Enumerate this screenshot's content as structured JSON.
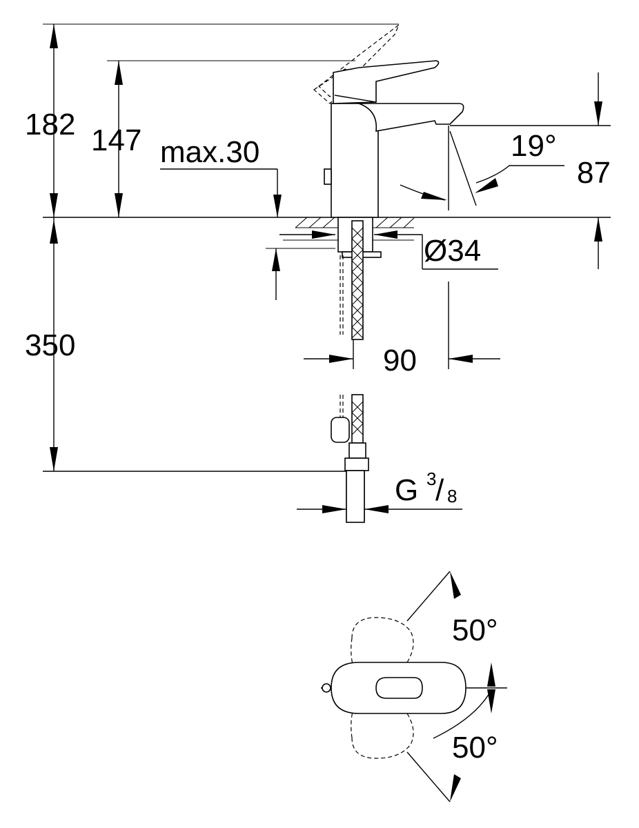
{
  "dimensions": {
    "total_height": "182",
    "spout_height": "147",
    "max_deck": "max.30",
    "tilt_angle": "19°",
    "outlet_height": "87",
    "hole_diameter": "Ø34",
    "hose_length": "350",
    "projection": "90",
    "connection_G": "G",
    "connection_num": "3",
    "connection_den": "8",
    "lever_angle_left": "50°",
    "lever_angle_right": "50°"
  }
}
